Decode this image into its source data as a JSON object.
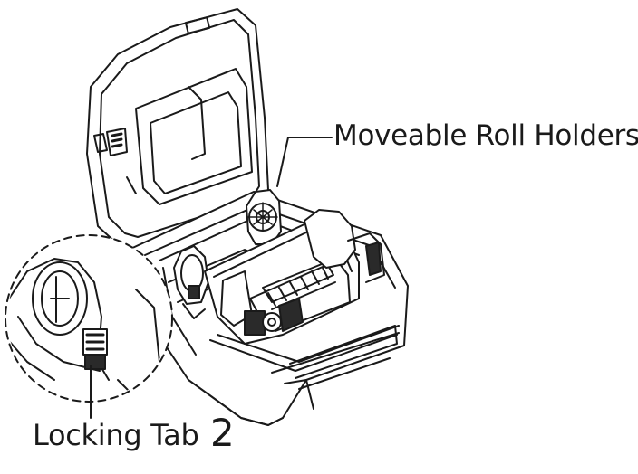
{
  "labels": {
    "roll_holders": "Moveable Roll Holders",
    "locking_tab": "Locking Tab",
    "step_number": "2"
  },
  "colors": {
    "line": "#1a1a1a",
    "fill_light": "#ffffff",
    "fill_dark": "#2a2a2a"
  }
}
